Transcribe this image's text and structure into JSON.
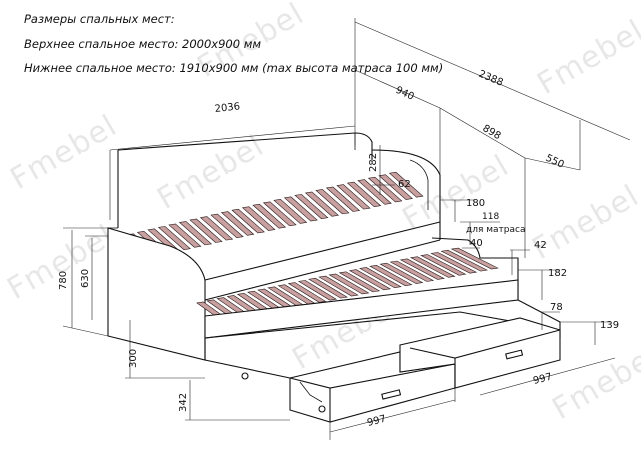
{
  "header": {
    "title": "Размеры спальных мест:",
    "line_upper": "Верхнее спальное место: 2000х900 мм",
    "line_lower": "Нижнее спальное место: 1910х900 мм (max высота матраса 100 мм)"
  },
  "watermark": "Fmebel",
  "dimensions": {
    "total_length": "2388",
    "width": "940",
    "bed_length": "2036",
    "lower_width": "898",
    "trundle_pull": "550",
    "back_height": "282",
    "back_thick": "62",
    "upper_slat_depth": "180",
    "mattress_note_value": "118",
    "mattress_note_label": "для матраса",
    "lower_rail": "40",
    "side_gap": "42",
    "lower_height": "182",
    "drawer_height_small": "78",
    "drawer_front": "139",
    "total_height": "780",
    "front_height": "630",
    "trundle_height": "300",
    "drawer_drop": "342",
    "drawer_width_left": "997",
    "drawer_width_right": "997"
  },
  "colors": {
    "slat": "#c9a0a0",
    "line": "#111111"
  }
}
